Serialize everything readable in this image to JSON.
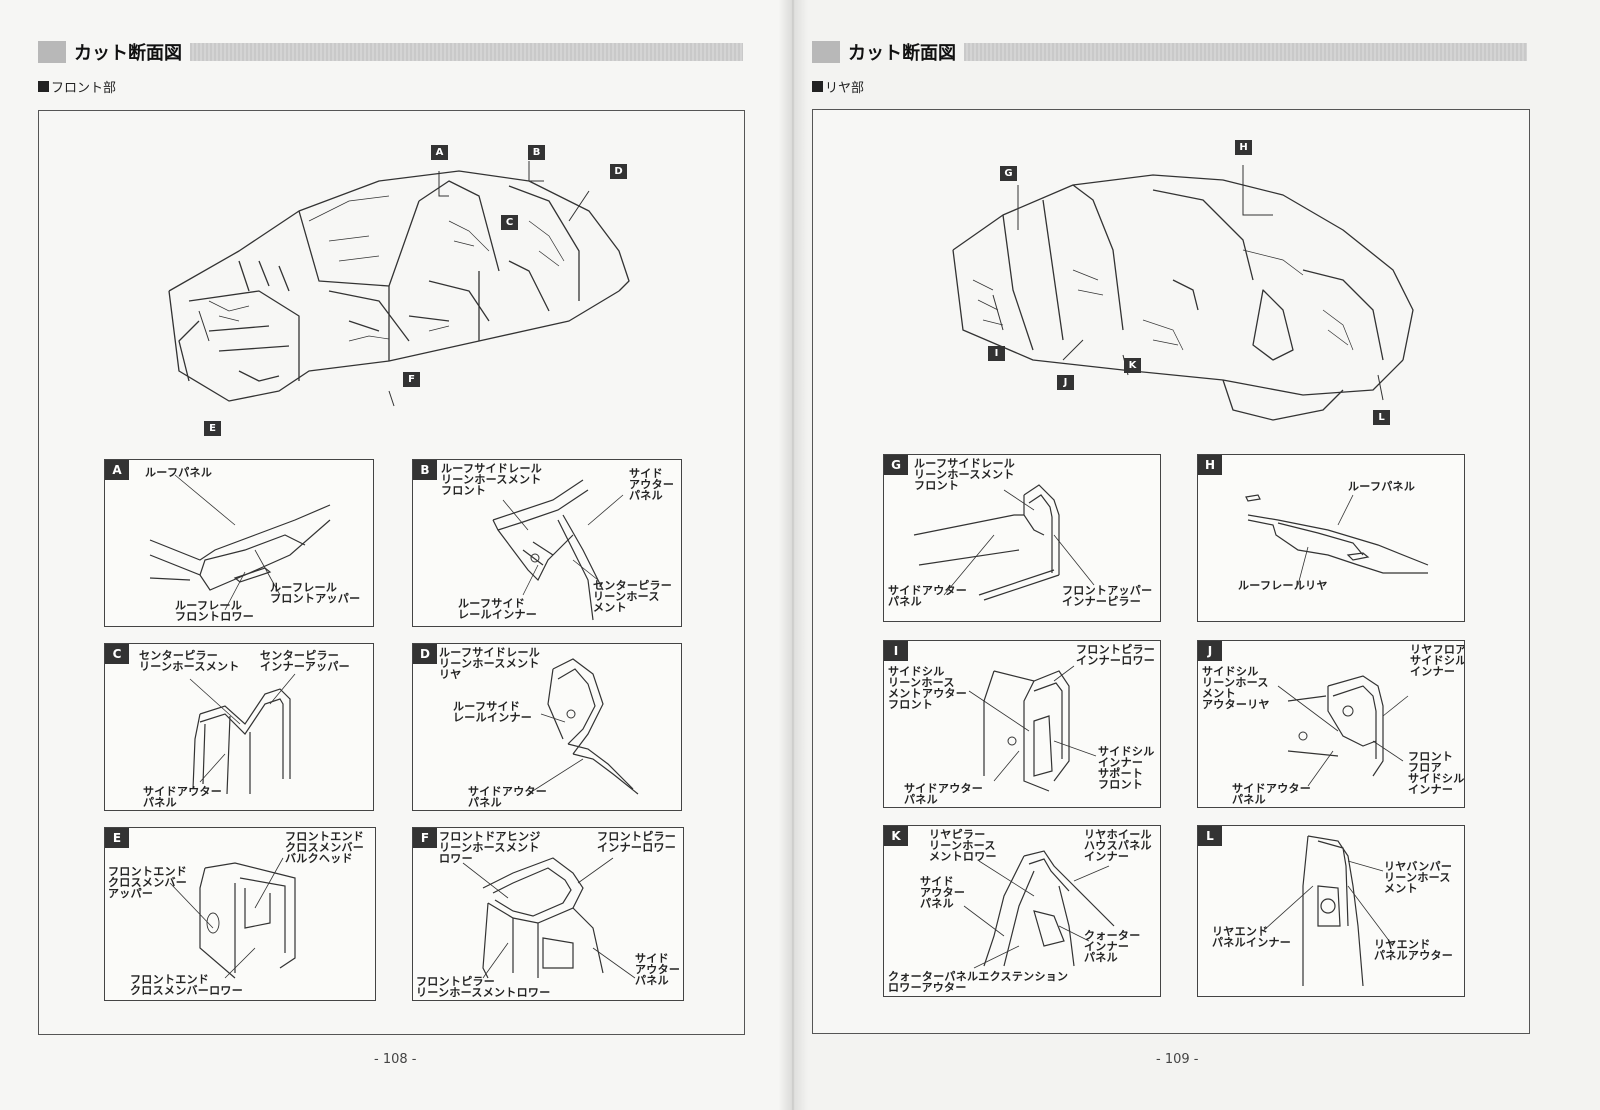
{
  "left_page": {
    "heading": "カット断面図",
    "section": "フロント部",
    "page_number": "- 108 -",
    "main_tags": [
      "A",
      "B",
      "C",
      "D",
      "E",
      "F"
    ],
    "panels": {
      "A": {
        "tag": "A",
        "labels": [
          "ルーフパネル",
          "ルーフレール\nフロントアッパー",
          "ルーフレール\nフロントロワー"
        ]
      },
      "B": {
        "tag": "B",
        "labels": [
          "ルーフサイドレール\nリーンホースメント\nフロント",
          "サイド\nアウター\nパネル",
          "センターピラー\nリーンホース\nメント",
          "ルーフサイド\nレールインナー"
        ]
      },
      "C": {
        "tag": "C",
        "labels": [
          "センターピラー\nリーンホースメント",
          "センターピラー\nインナーアッパー",
          "サイドアウター\nパネル"
        ]
      },
      "D": {
        "tag": "D",
        "labels": [
          "ルーフサイドレール\nリーンホースメント\nリヤ",
          "ルーフサイド\nレールインナー",
          "サイドアウター\nパネル"
        ]
      },
      "E": {
        "tag": "E",
        "labels": [
          "フロントエンド\nクロスメンバー\nバルクヘッド",
          "フロントエンド\nクロスメンバー\nアッパー",
          "フロントエンド\nクロスメンバーロワー"
        ]
      },
      "F": {
        "tag": "F",
        "labels": [
          "フロントドアヒンジ\nリーンホースメント\nロワー",
          "フロントピラー\nインナーロワー",
          "サイド\nアウター\nパネル",
          "フロントピラー\nリーンホースメントロワー"
        ]
      }
    }
  },
  "right_page": {
    "heading": "カット断面図",
    "section": "リヤ部",
    "page_number": "- 109 -",
    "main_tags": [
      "G",
      "H",
      "I",
      "J",
      "K",
      "L"
    ],
    "panels": {
      "G": {
        "tag": "G",
        "labels": [
          "ルーフサイドレール\nリーンホースメント\nフロント",
          "サイドアウター\nパネル",
          "フロントアッパー\nインナーピラー"
        ]
      },
      "H": {
        "tag": "H",
        "labels": [
          "ルーフパネル",
          "ルーフレールリヤ"
        ]
      },
      "I": {
        "tag": "I",
        "labels": [
          "フロントピラー\nインナーロワー",
          "サイドシル\nリーンホース\nメントアウター\nフロント",
          "サイドシル\nインナー\nサポート\nフロント",
          "サイドアウター\nパネル"
        ]
      },
      "J": {
        "tag": "J",
        "labels": [
          "リヤフロア\nサイドシル\nインナー",
          "サイドシル\nリーンホース\nメント\nアウターリヤ",
          "フロント\nフロア\nサイドシル\nインナー",
          "サイドアウター\nパネル"
        ]
      },
      "K": {
        "tag": "K",
        "labels": [
          "リヤピラー\nリーンホース\nメントロワー",
          "リヤホイール\nハウスパネル\nインナー",
          "サイド\nアウター\nパネル",
          "クォーター\nインナー\nパネル",
          "クォーターパネルエクステンション\nロワーアウター"
        ]
      },
      "L": {
        "tag": "L",
        "labels": [
          "リヤバンパー\nリーンホース\nメント",
          "リヤエンド\nパネルインナー",
          "リヤエンド\nパネルアウター"
        ]
      }
    }
  }
}
